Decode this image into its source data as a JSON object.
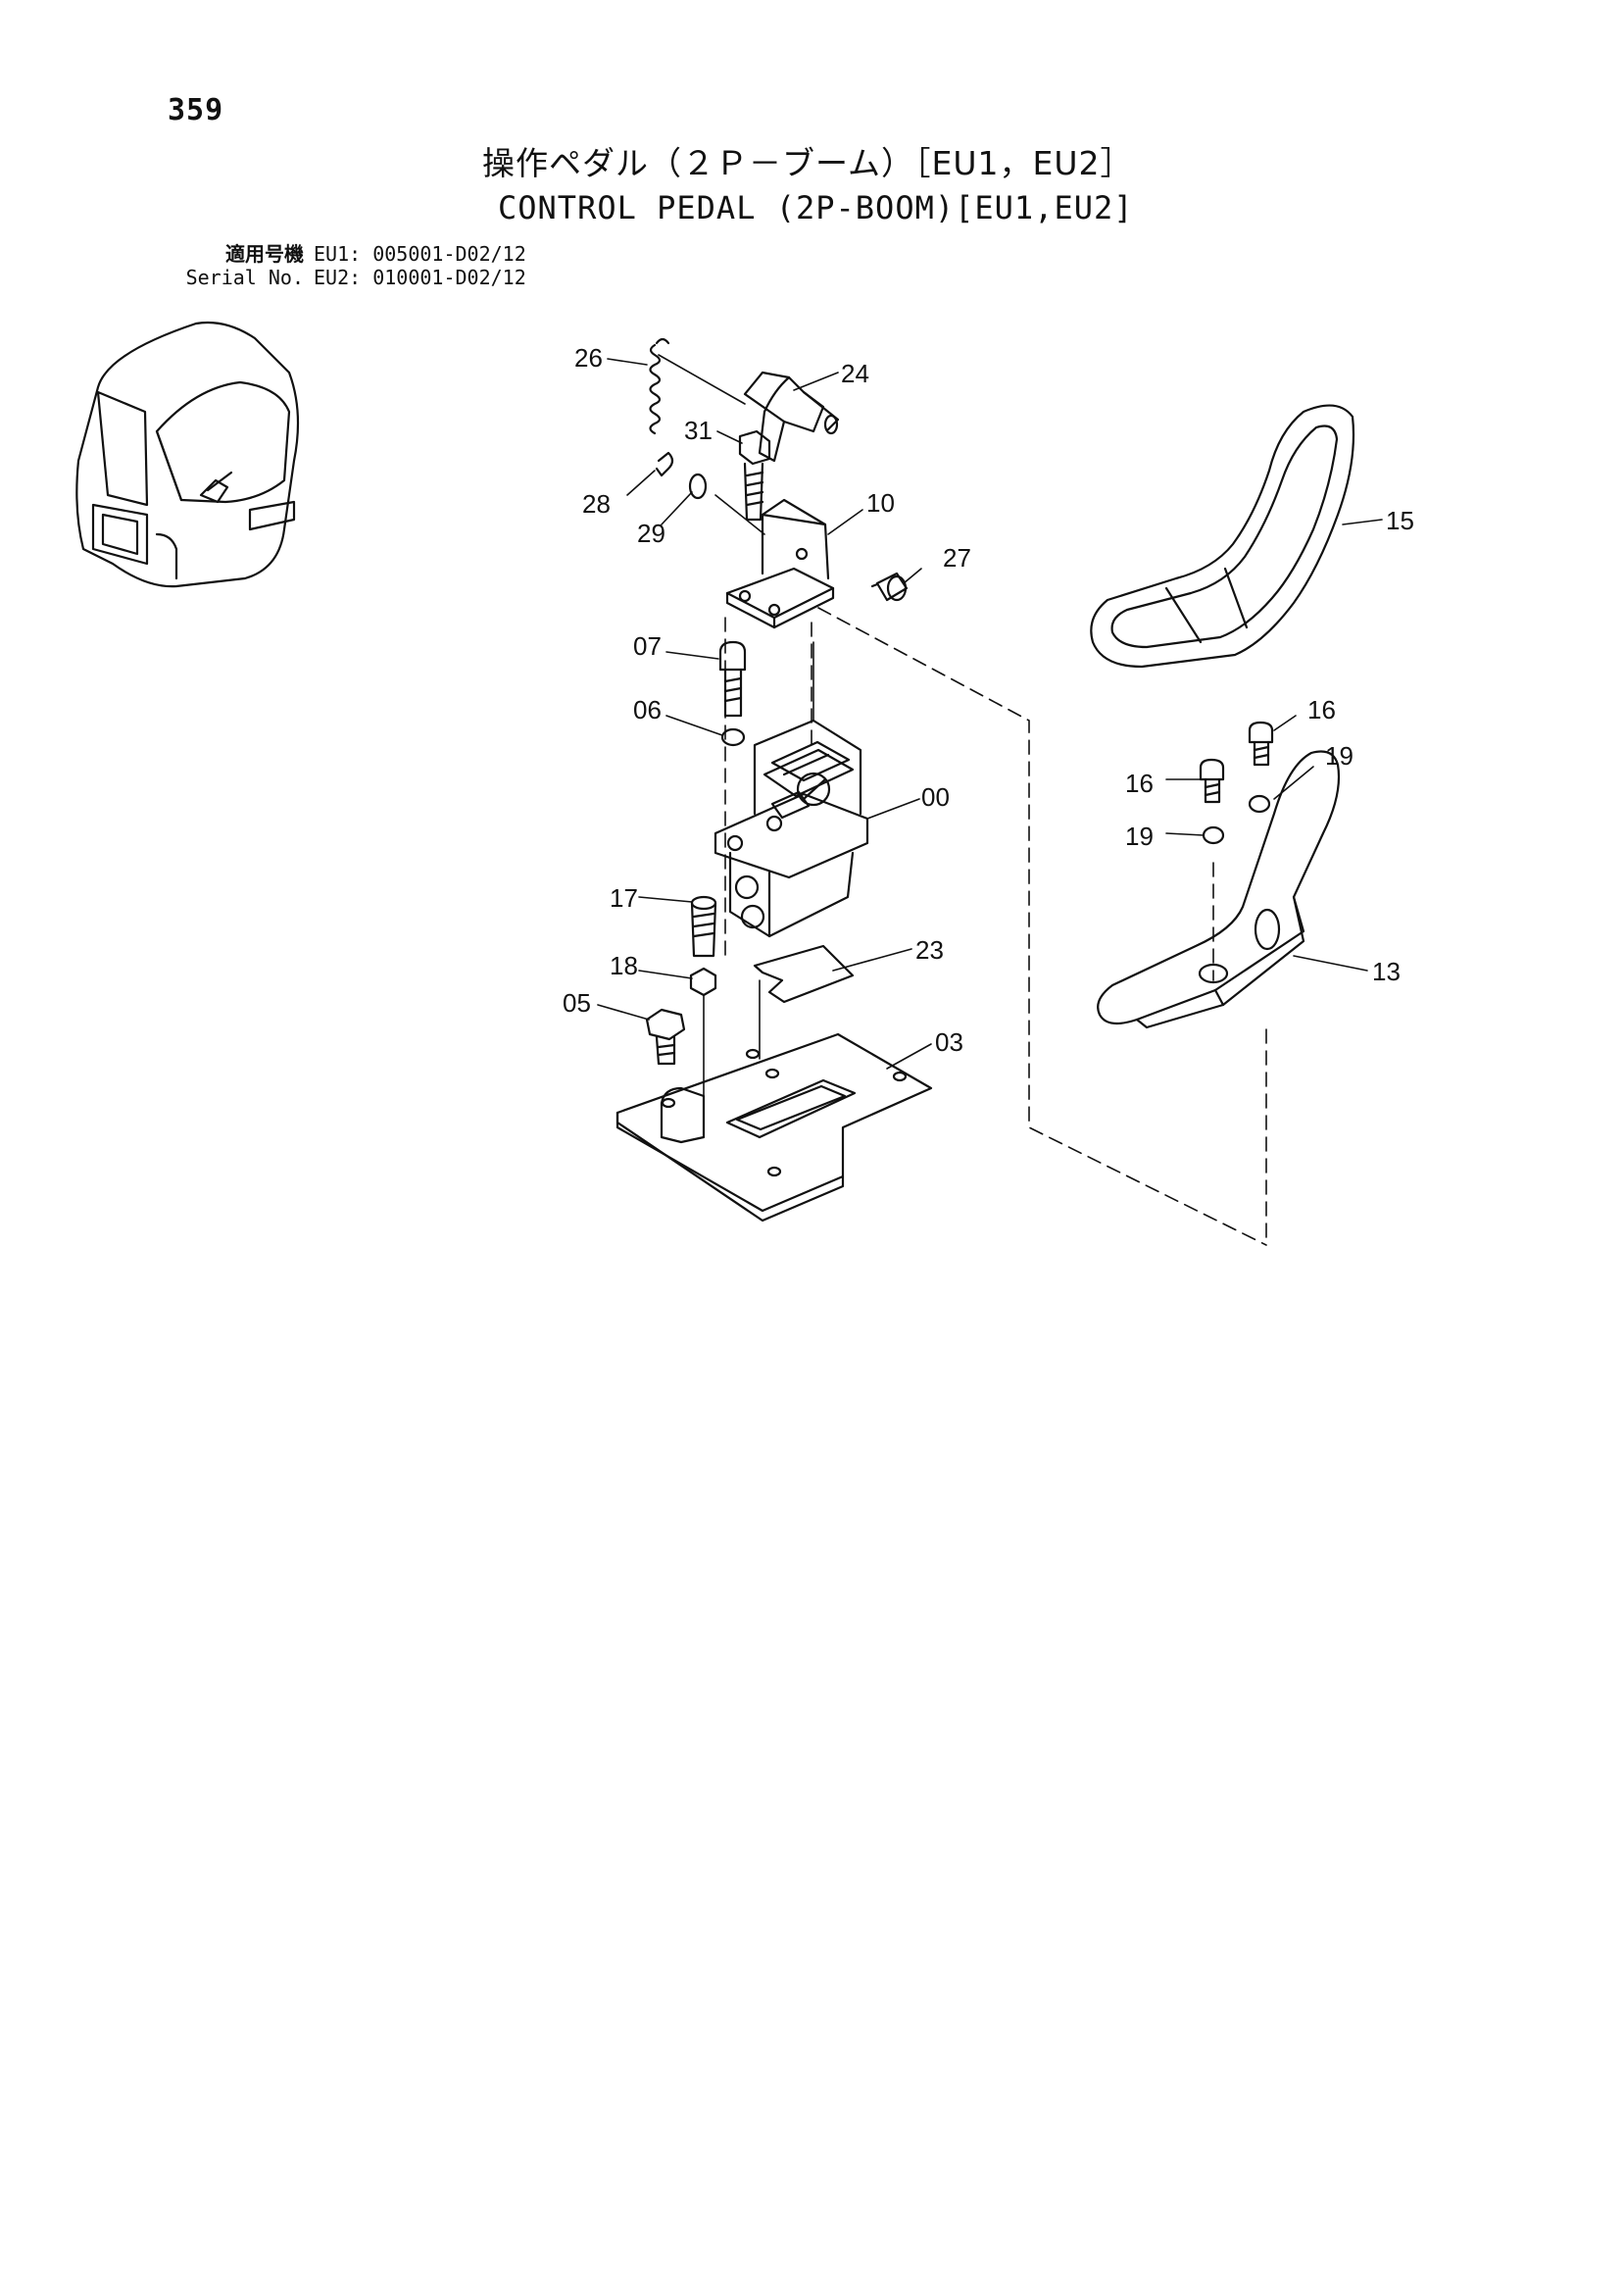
{
  "page": {
    "number": "359",
    "title_jp": "操作ペダル（２Ｐ－ブーム）［EU1，EU2］",
    "title_en": "CONTROL PEDAL (2P-BOOM)[EU1,EU2]"
  },
  "serial": {
    "rows": [
      {
        "label": "適用号機",
        "value": "EU1: 005001-D02/12"
      },
      {
        "label": "Serial No.",
        "value": "EU2: 010001-D02/12"
      }
    ]
  },
  "callouts": {
    "c26": "26",
    "c24": "24",
    "c31": "31",
    "c28": "28",
    "c29": "29",
    "c10": "10",
    "c27": "27",
    "c15": "15",
    "c07": "07",
    "c06": "06",
    "c00": "00",
    "c16a": "16",
    "c16b": "16",
    "c19a": "19",
    "c19b": "19",
    "c17": "17",
    "c23": "23",
    "c18": "18",
    "c13": "13",
    "c05": "05",
    "c03": "03"
  }
}
